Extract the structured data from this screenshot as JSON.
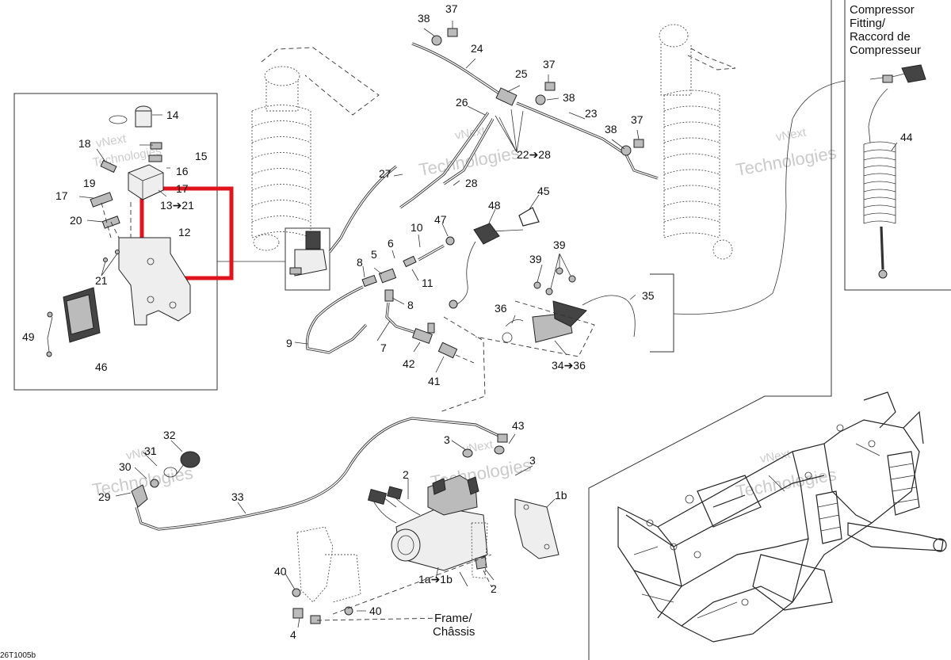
{
  "diagram_code": "26T1005b",
  "compressor_note": [
    "Compressor",
    "Fitting/",
    "Raccord de",
    "Compresseur"
  ],
  "frame_note": [
    "Frame/",
    "Châssis"
  ],
  "watermark": [
    "vNext",
    "Technologies"
  ],
  "highlight_color": "#e0141c",
  "callouts": {
    "c14": "14",
    "c15": "15",
    "c16": "16",
    "c17": "17",
    "c18": "18",
    "c19": "19",
    "c17b": "17",
    "c20": "20",
    "c13_21": "13➔21",
    "c12": "12",
    "c21": "21",
    "c49": "49",
    "c46": "46",
    "c38a": "38",
    "c37a": "37",
    "c24": "24",
    "c25": "25",
    "c37b": "37",
    "c38b": "38",
    "c26": "26",
    "c23": "23",
    "c38c": "38",
    "c37c": "37",
    "c22_28": "22➔28",
    "c27": "27",
    "c28": "28",
    "c45": "45",
    "c48": "48",
    "c47": "47",
    "c10": "10",
    "c6": "6",
    "c5": "5",
    "c8a": "8",
    "c11": "11",
    "c8b": "8",
    "c39a": "39",
    "c39b": "39",
    "c35": "35",
    "c36": "36",
    "c34_36": "34➔36",
    "c9": "9",
    "c7": "7",
    "c42": "42",
    "c41": "41",
    "c44": "44",
    "c32": "32",
    "c31": "31",
    "c30": "30",
    "c29": "29",
    "c33": "33",
    "c3a": "3",
    "c43": "43",
    "c3b": "3",
    "c2a": "2",
    "c1b": "1b",
    "c1a_1b": "1a➔1b",
    "c2b": "2",
    "c40a": "40",
    "c40b": "40",
    "c4": "4"
  }
}
